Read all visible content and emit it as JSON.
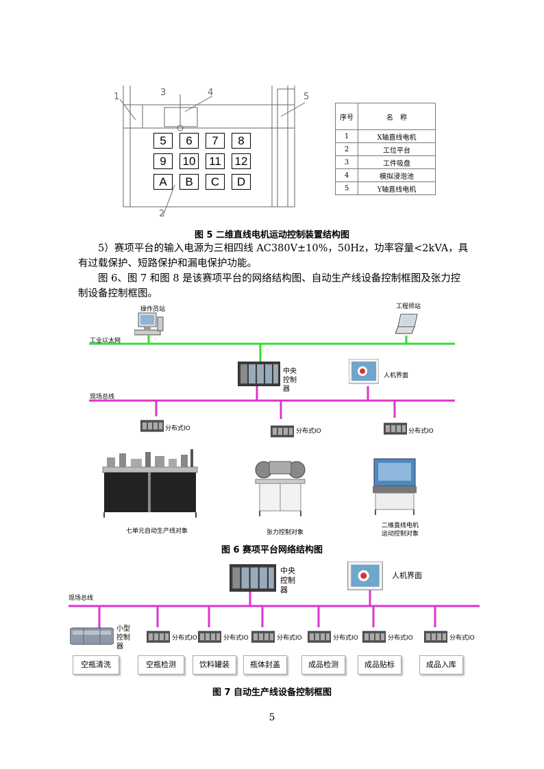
{
  "fig5": {
    "callouts": [
      "1",
      "3",
      "4",
      "5",
      "2"
    ],
    "cells": [
      "5",
      "6",
      "7",
      "8",
      "9",
      "10",
      "11",
      "12",
      "A",
      "B",
      "C",
      "D"
    ],
    "legend": {
      "header": [
        "序号",
        "名　称"
      ],
      "rows": [
        [
          "1",
          "X轴直线电机"
        ],
        [
          "2",
          "工位平台"
        ],
        [
          "3",
          "工件吸盘"
        ],
        [
          "4",
          "模拟浸泡池"
        ],
        [
          "5",
          "Y轴直线电机"
        ]
      ]
    },
    "caption": "图 5 二维直线电机运动控制装置结构图"
  },
  "para1": "5）赛项平台的输入电源为三相四线 AC380V±10%，50Hz，功率容量<2kVA，具有过载保护、短路保护和漏电保护功能。",
  "para2": "图 6、图 7 和图 8 是该赛项平台的网络结构图、自动生产线设备控制框图及张力控制设备控制框图。",
  "fig6": {
    "operator_station": "操作员站",
    "engineer_station": "工程师站",
    "ethernet": "工业以太网",
    "controller": "中央控制器",
    "hmi": "人机界面",
    "fieldbus": "现场总线",
    "io_labels": [
      "分布式IO",
      "分布式IO",
      "分布式IO"
    ],
    "objects": [
      "七单元自动生产线对象",
      "张力控制对象",
      "二维直线电机运动控制对象"
    ],
    "caption": "图 6 赛项平台网络结构图",
    "colors": {
      "ethernet": "#33dd33",
      "fieldbus": "#dd33cc"
    }
  },
  "fig7": {
    "controller": "中央控制器",
    "hmi": "人机界面",
    "fieldbus": "现场总线",
    "small_controller": "小型控制器",
    "io_label": "分布式IO",
    "stations": [
      "空瓶清洗",
      "空瓶检测",
      "饮料罐装",
      "瓶体封盖",
      "成品检测",
      "成品贴标",
      "成品入库"
    ],
    "caption": "图 7 自动生产线设备控制框图"
  },
  "page_number": "5"
}
